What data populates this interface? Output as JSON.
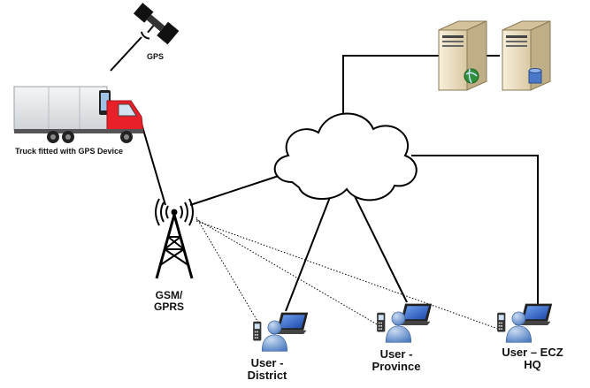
{
  "labels": {
    "gps": "GPS",
    "truck": "Truck fitted with GPS Device",
    "gsm_line1": "GSM/",
    "gsm_line2": "GPRS",
    "district_line1": "User -",
    "district_line2": "District",
    "province_line1": "User -",
    "province_line2": "Province",
    "ecz_line1": "User – ECZ",
    "ecz_line2": "HQ"
  },
  "icons": {
    "satellite": "satellite-icon",
    "truck": "truck-icon",
    "tower": "cell-tower-icon",
    "cloud": "cloud-icon",
    "web_server": "web-server-icon",
    "db_server": "database-server-icon",
    "user": "user-laptop-phone-icon"
  },
  "colors": {
    "truck_cab": "#e8202a",
    "truck_box": "#e6e8ea",
    "line": "#000000",
    "server_body": "#e9dcc0",
    "user_figure": "#4e7cc0",
    "laptop_screen": "#3a6fd0"
  }
}
